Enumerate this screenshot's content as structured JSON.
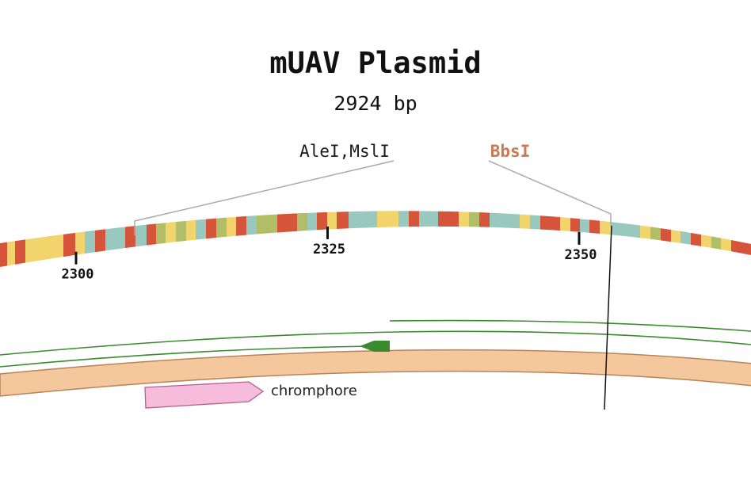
{
  "plasmid": {
    "name": "mUAV Plasmid",
    "length_label": "2924 bp"
  },
  "ticks": [
    {
      "bp": 2300,
      "label": "2300"
    },
    {
      "bp": 2325,
      "label": "2325"
    },
    {
      "bp": 2350,
      "label": "2350"
    }
  ],
  "enzymes": [
    {
      "name": "AleI,MslI",
      "color": "#1a1a1a",
      "bold": false
    },
    {
      "name": "BbsI",
      "color": "#c97b57",
      "bold": true
    }
  ],
  "features": [
    {
      "name": "chromphore",
      "color": "#f7bcdc",
      "stroke": "#b06090",
      "direction": "forward"
    }
  ],
  "colors": {
    "base_A": "#f2d46c",
    "base_C": "#d4553a",
    "base_G": "#99c8bf",
    "base_T": "#b2bd68",
    "primer": "#3a8a2e",
    "backbone": "#f5c79c",
    "backbone_stroke": "#b58459"
  }
}
